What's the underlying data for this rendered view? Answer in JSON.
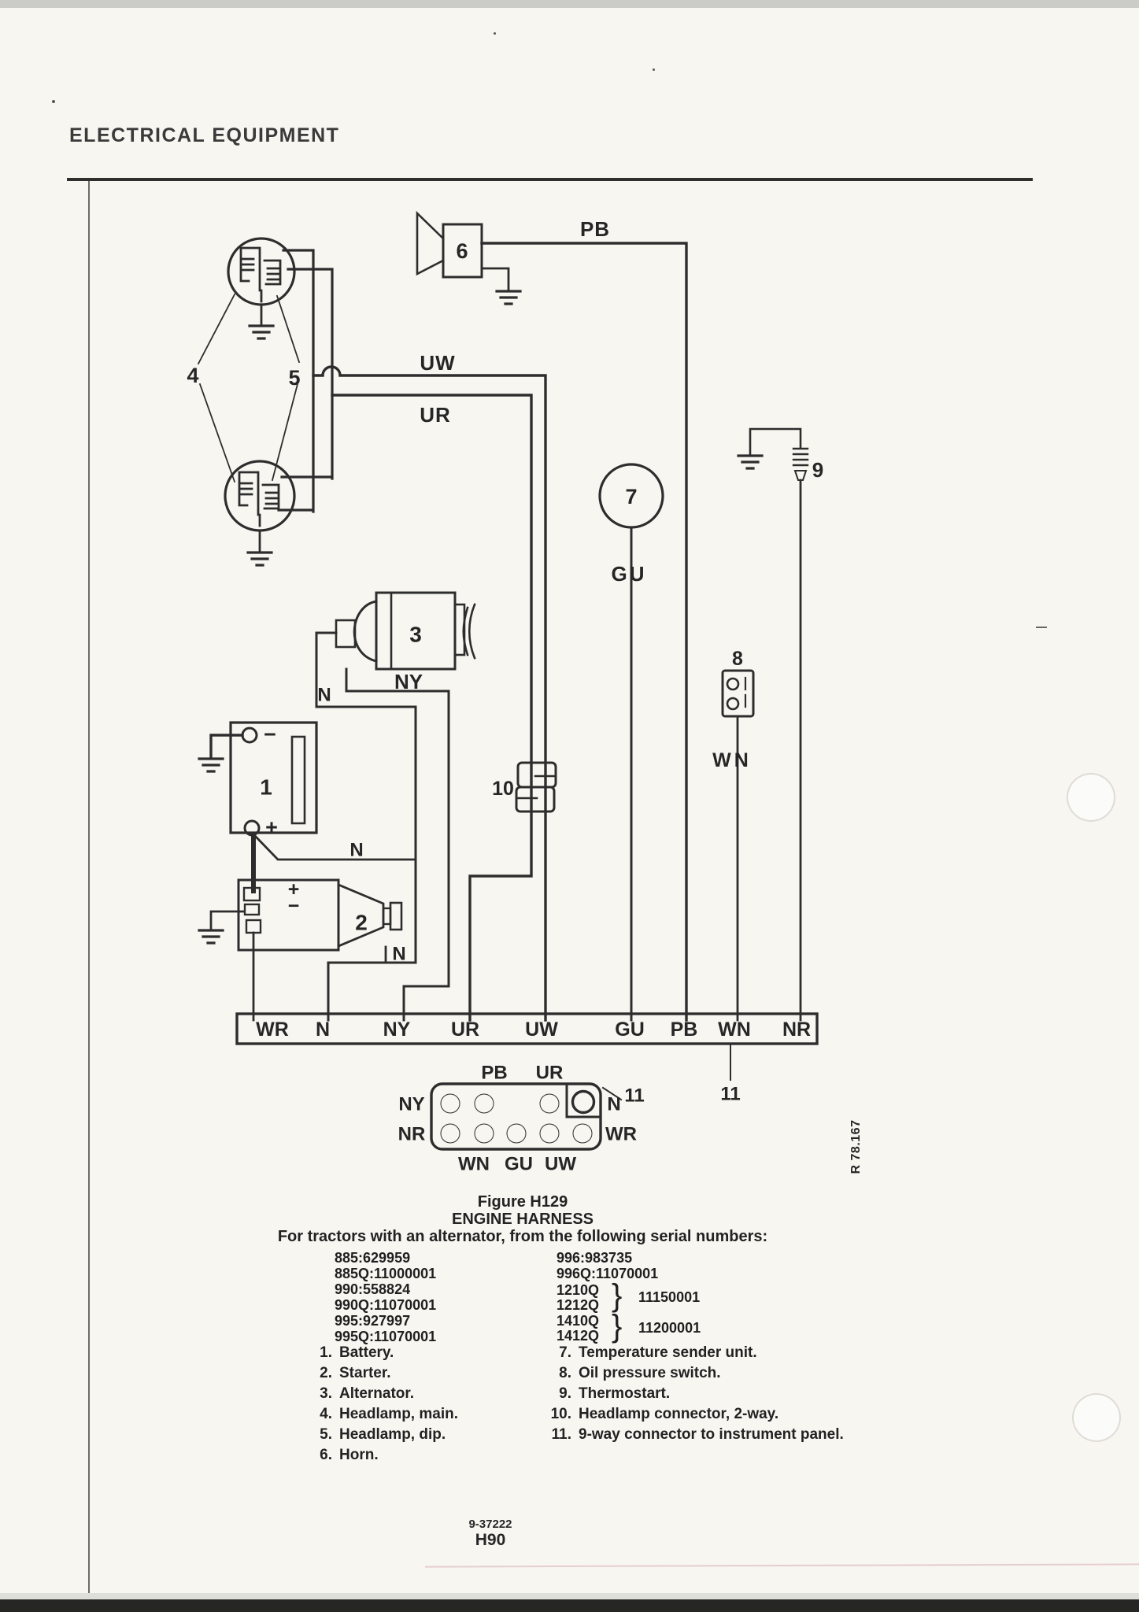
{
  "page": {
    "header": "ELECTRICAL EQUIPMENT",
    "figure_ref": "R 78.167",
    "footer_code": "9-37222",
    "footer_page": "H90"
  },
  "diagram": {
    "labels": {
      "pb": "PB",
      "uw": "UW",
      "ur": "UR",
      "gu": "GU",
      "ny": "NY",
      "wn": "WN",
      "n_alternator": "N",
      "n_battery": "N",
      "n_starter": "N",
      "num_battery": "1",
      "num_starter": "2",
      "num_alternator": "3",
      "num_headlamp_main": "4",
      "num_headlamp_dip": "5",
      "num_horn": "6",
      "num_temp_sender": "7",
      "num_oil_switch": "8",
      "num_thermostart": "9",
      "num_headlamp_conn": "10",
      "num_nine_way_line": "11",
      "num_nine_way_bus": "11",
      "battery_minus": "−",
      "battery_plus": "+",
      "starter_plus": "+",
      "starter_minus": "−"
    },
    "bus": [
      "WR",
      "N",
      "NY",
      "UR",
      "UW",
      "GU",
      "PB",
      "WN",
      "NR"
    ],
    "connector": {
      "pb": "PB",
      "ur": "UR",
      "ny": "NY",
      "nr": "NR",
      "n": "N",
      "wr": "WR",
      "wn": "WN",
      "gu": "GU",
      "uw": "UW"
    }
  },
  "caption": {
    "figure": "Figure H129",
    "title": "ENGINE HARNESS",
    "subtitle": "For tractors with an alternator, from the following serial numbers:"
  },
  "serials": {
    "left": [
      "885:629959",
      "885Q:11000001",
      "990:558824",
      "990Q:11070001",
      "995:927997",
      "995Q:11070001"
    ],
    "right": [
      "996:983735",
      "996Q:11070001"
    ],
    "brace": "}",
    "groups": [
      {
        "m1": "1210Q",
        "m2": "1212Q",
        "serial": "11150001"
      },
      {
        "m1": "1410Q",
        "m2": "1412Q",
        "serial": "11200001"
      }
    ]
  },
  "legend": {
    "left": [
      {
        "num": "1.",
        "text": "Battery."
      },
      {
        "num": "2.",
        "text": "Starter."
      },
      {
        "num": "3.",
        "text": "Alternator."
      },
      {
        "num": "4.",
        "text": "Headlamp, main."
      },
      {
        "num": "5.",
        "text": "Headlamp, dip."
      },
      {
        "num": "6.",
        "text": "Horn."
      }
    ],
    "right": [
      {
        "num": "7.",
        "text": "Temperature sender unit."
      },
      {
        "num": "8.",
        "text": "Oil pressure switch."
      },
      {
        "num": "9.",
        "text": "Thermostart."
      },
      {
        "num": "10.",
        "text": "Headlamp connector, 2-way."
      },
      {
        "num": "11.",
        "text": "9-way connector to instrument panel."
      }
    ]
  }
}
